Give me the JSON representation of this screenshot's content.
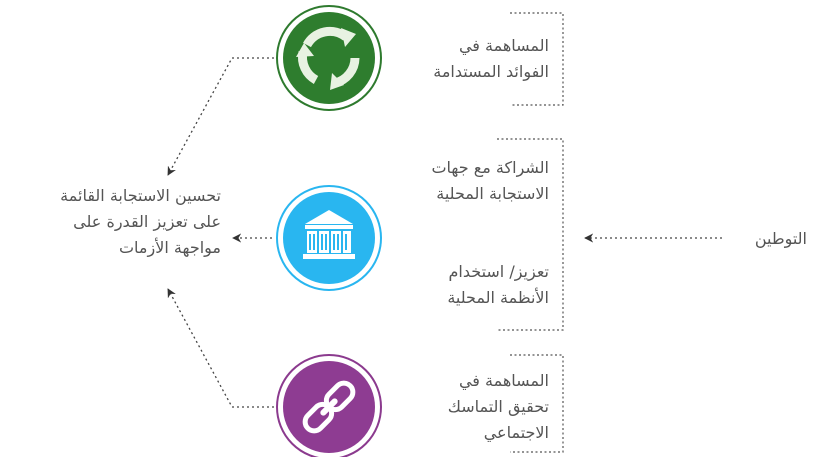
{
  "source_label": "التوطين",
  "outcome": {
    "lines": [
      "تحسين الاستجابة القائمة",
      "على تعزيز القدرة على",
      "مواجهة الأزمات"
    ]
  },
  "items": [
    {
      "key": "sustainable",
      "icon": "recycle-icon",
      "ring_color": "#2e7a2e",
      "fill_color": "#2e7d2e",
      "notes": [
        {
          "lines": [
            "المساهمة في",
            "الفوائد المستدامة"
          ]
        }
      ]
    },
    {
      "key": "local",
      "icon": "institution-building-icon",
      "ring_color": "#29b6f0",
      "fill_color": "#29b6f0",
      "notes": [
        {
          "lines": [
            "الشراكة مع جهات",
            "الاستجابة المحلية"
          ]
        },
        {
          "lines": [
            "تعزيز/ استخدام",
            "الأنظمة المحلية"
          ]
        }
      ]
    },
    {
      "key": "cohesion",
      "icon": "chain-link-icon",
      "ring_color": "#8b3a8e",
      "fill_color": "#8e3c92",
      "notes": [
        {
          "lines": [
            "المساهمة في",
            "تحقيق التماسك",
            "الاجتماعي"
          ]
        }
      ]
    }
  ]
}
